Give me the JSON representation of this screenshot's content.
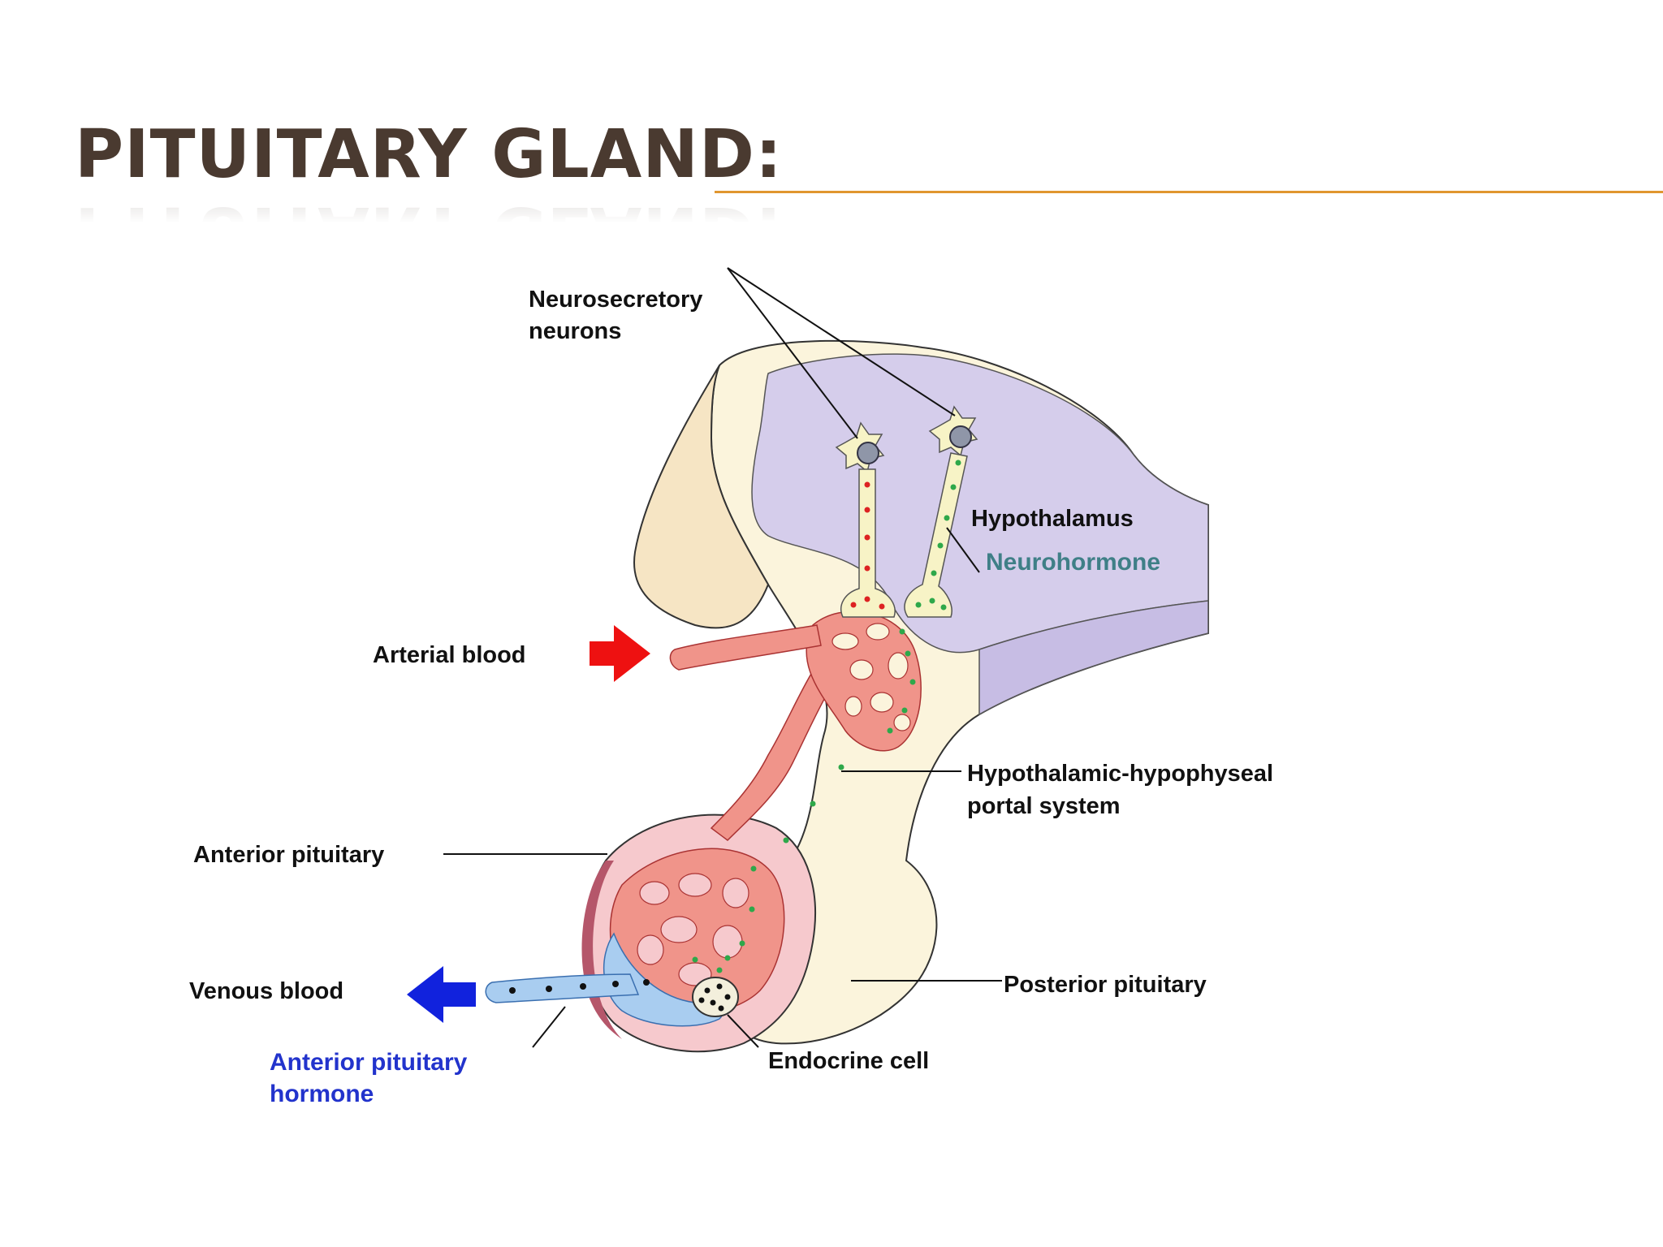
{
  "slide": {
    "title": "PITUITARY GLAND:"
  },
  "diagram": {
    "labels": {
      "neurosecretory_line1": "Neurosecretory",
      "neurosecretory_line2": "neurons",
      "hypothalamus": "Hypothalamus",
      "neurohormone": "Neurohormone",
      "arterial_blood": "Arterial blood",
      "portal_line1": "Hypothalamic-hypophyseal",
      "portal_line2": "portal system",
      "anterior_pituitary": "Anterior pituitary",
      "venous_blood": "Venous blood",
      "posterior_pituitary": "Posterior pituitary",
      "ant_hormone_line1": "Anterior pituitary",
      "ant_hormone_line2": "hormone",
      "endocrine_cell": "Endocrine cell"
    },
    "colors": {
      "title": "#4a3a30",
      "rule": "#e0962f",
      "hypothalamus_fill": "#d5cdeb",
      "tissue_fill": "#fbf4dc",
      "vessel_fill": "#f0948a",
      "venous_fill": "#a9cdf0",
      "neurohormone_text": "#3f7f87",
      "hormone_text": "#2233cc",
      "arterial_arrow": "#ee1111",
      "venous_arrow": "#1122dd",
      "green_dot": "#2ea84a",
      "red_dot": "#dd2222"
    }
  }
}
